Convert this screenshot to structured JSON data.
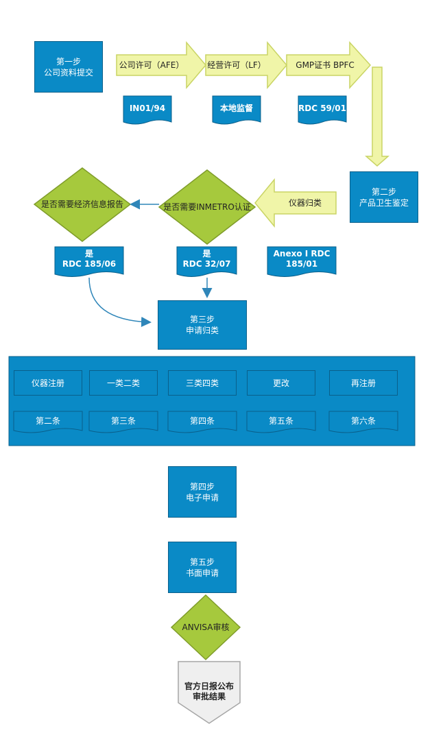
{
  "steps": {
    "step1": {
      "line1": "第一步",
      "line2": "公司资料提交"
    },
    "step2": {
      "line1": "第二步",
      "line2": "产品卫生鉴定"
    },
    "step3": {
      "line1": "第三步",
      "line2": "申请归类"
    },
    "step4": {
      "line1": "第四步",
      "line2": "电子申请"
    },
    "step5": {
      "line1": "第五步",
      "line2": "书面申请"
    }
  },
  "arrows": {
    "afe": "公司许可（AFE）",
    "lf": "经营许可（LF）",
    "gmp": "GMP证书 BPFC",
    "classify": "仪器归类"
  },
  "documents": {
    "in0194": "IN01/94",
    "local": "本地监督",
    "rdc5901": "RDC 59/01",
    "anexo": {
      "line1": "Anexo I RDC",
      "line2": "185/01"
    },
    "yes_left": {
      "line1": "是",
      "line2": "RDC 185/06"
    },
    "yes_mid": {
      "line1": "是",
      "line2": "RDC 32/07"
    }
  },
  "decisions": {
    "economic": "是否需要经济信息报告",
    "inmetro": "是否需要INMETRO认证",
    "anvisa": "ANVISA审核"
  },
  "categories": {
    "top": [
      "仪器注册",
      "一类二类",
      "三类四类",
      "更改",
      "再注册"
    ],
    "bottom": [
      "第二条",
      "第三条",
      "第四条",
      "第五条",
      "第六条"
    ]
  },
  "final": {
    "line1": "官方日报公布",
    "line2": "审批结果"
  },
  "colors": {
    "blue": "#0a8ac6",
    "blue_border": "#0a5f8a",
    "green": "#a6c93d",
    "green_border": "#7f9c2a",
    "yellow": "#f0f5a8",
    "yellow_border": "#c9d464",
    "grey": "#efefef",
    "grey_border": "#a6a6a6",
    "connector": "#2f86b9"
  }
}
